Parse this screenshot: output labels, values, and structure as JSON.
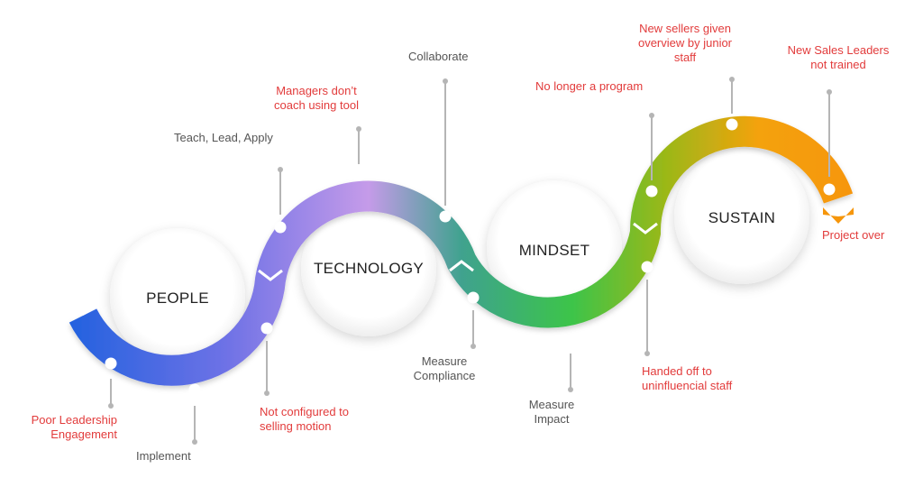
{
  "stages": [
    {
      "title": "PEOPLE"
    },
    {
      "title": "TECHNOLOGY"
    },
    {
      "title": "MINDSET"
    },
    {
      "title": "SUSTAIN"
    }
  ],
  "labels": {
    "poor_leadership": "Poor Leadership\nEngagement",
    "implement": "Implement",
    "not_configured": "Not configured to\nselling motion",
    "teach_lead_apply": "Teach, Lead, Apply",
    "managers_dont_coach": "Managers don’t\ncoach using tool",
    "collaborate": "Collaborate",
    "measure_compliance": "Measure\nCompliance",
    "measure_impact": "Measure\nImpact",
    "no_longer_program": "No longer a program",
    "handed_off": "Handed off to\nuninfluencial staff",
    "new_sellers": "New sellers given\noverview by junior\nstaff",
    "new_sales_leaders": "New Sales Leaders\nnot trained",
    "project_over": "Project over"
  },
  "colors": {
    "label_neutral": "#555555",
    "label_red": "#e23b3b",
    "ribbon_blue": "#2a6ee0",
    "ribbon_purple": "#c69ae8",
    "ribbon_teal": "#3aa78a",
    "ribbon_green": "#4cc23c",
    "ribbon_orange": "#f59a0c",
    "connector_gray": "#b5b5b5"
  }
}
